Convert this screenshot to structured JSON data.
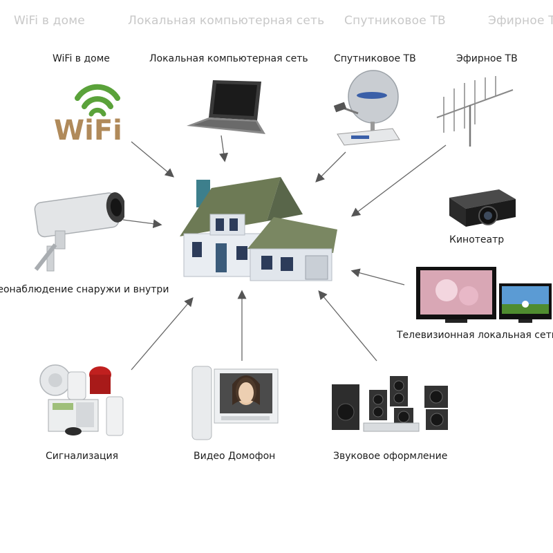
{
  "ghost_header": [
    "WiFi в доме",
    "Локальная компьютерная сеть",
    "Спутниковое ТВ",
    "Эфирное ТВ"
  ],
  "nodes": {
    "wifi": {
      "label": "WiFi в доме",
      "logo_text": "WiFi"
    },
    "lan": {
      "label": "Локальная компьютерная сеть"
    },
    "satellite": {
      "label": "Спутниковое ТВ"
    },
    "antenna": {
      "label": "Эфирное ТВ"
    },
    "cctv": {
      "label": "Видеонаблюдение снаружи и внутри"
    },
    "cinema": {
      "label": "Кинотеатр"
    },
    "tv_network": {
      "label": "Телевизионная локальная сеть"
    },
    "alarm": {
      "label": "Сигнализация"
    },
    "intercom": {
      "label": "Видео Домофон"
    },
    "audio": {
      "label": "Звуковое оформление"
    }
  },
  "colors": {
    "arrow": "#555555",
    "roof": "#6d7a55",
    "wall": "#e9edf2",
    "wifi_green": "#5aa23a",
    "wifi_brown": "#b08a5a",
    "ghost_text": "#c8c8c8"
  }
}
